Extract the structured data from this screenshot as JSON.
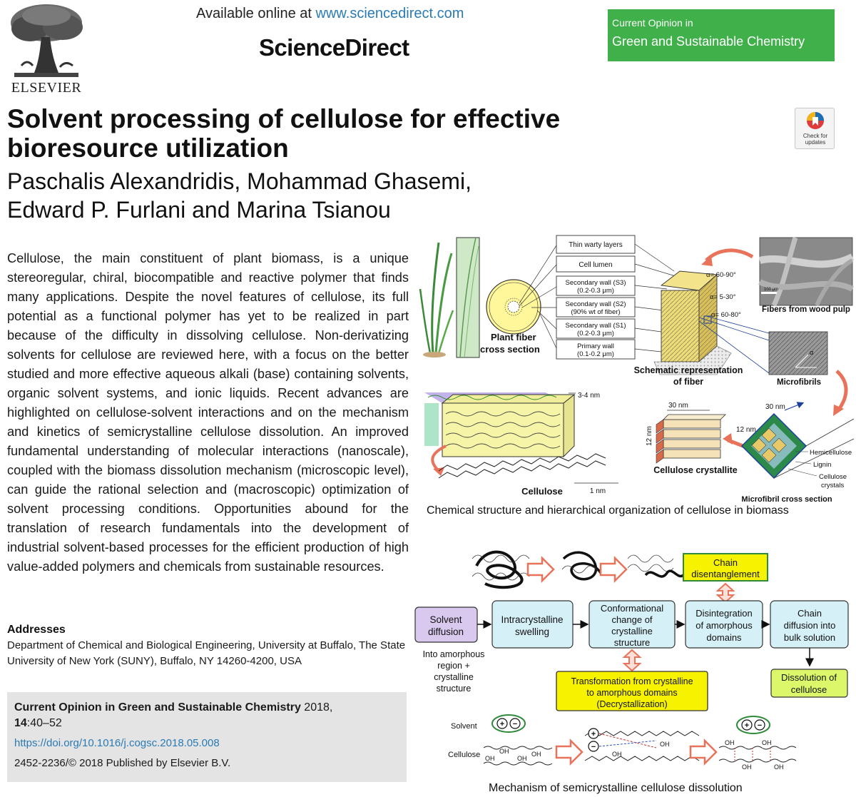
{
  "header": {
    "available_prefix": "Available online at ",
    "available_url": "www.sciencedirect.com",
    "brand": "ScienceDirect",
    "publisher_logo_text": "ELSEVIER",
    "journal_box_line1": "Current Opinion in",
    "journal_box_line2": "Green and Sustainable Chemistry",
    "check_updates_label": "Check for updates"
  },
  "article": {
    "title_line1": "Solvent processing of cellulose for effective",
    "title_line2": "bioresource utilization",
    "authors_line1": "Paschalis Alexandridis, Mohammad Ghasemi,",
    "authors_line2": "Edward P. Furlani and Marina Tsianou",
    "abstract": "Cellulose, the main constituent of plant biomass, is a unique stereoregular, chiral, biocompatible and reactive polymer that finds many applications. Despite the novel features of cellu­lose, its full potential as a functional polymer has yet to be realized in part because of the difficulty in dissolving cellulose. Non-derivatizing solvents for cellulose are reviewed here, with a focus on the better studied and more effective aqueous alkali (base) containing solvents, organic solvent systems, and ionic liquids. Recent advances are highlighted on cellulose-solvent interactions and on the mechanism and kinetics of semi­crystalline cellulose dissolution. An improved fundamental understanding of molecular interactions (nanoscale), coupled with the biomass dissolution mechanism (microscopic level), can guide the rational selection and (macroscopic) optimiza­tion of solvent processing conditions. Opportunities abound for the translation of research fundamentals into the development of industrial solvent-based processes for the efficient produc­tion of high value-added polymers and chemicals from sus­tainable resources.",
    "addresses_heading": "Addresses",
    "addresses_text": "Department of Chemical and Biological Engineering, University at Buffalo, The State University of New York (SUNY), Buffalo, NY 14260-4200, USA"
  },
  "citation": {
    "journal": "Current Opinion in Green and Sustainable Chemistry",
    "year": "2018,",
    "volume": "14",
    "pages": ":40–52",
    "doi": "https://doi.org/10.1016/j.cogsc.2018.05.008",
    "copyright": "2452-2236/© 2018 Published by Elsevier B.V."
  },
  "figure1": {
    "caption": "Chemical structure and hierarchical organization of cellulose in biomass",
    "layers": [
      "Thin warty layers",
      "Cell lumen"
    ],
    "s3_line1": "Secondary wall (S3)",
    "s3_line2": "(0.2-0.3 μm)",
    "s2_line1": "Secondary wall (S2)",
    "s2_line2": "(90% wt of fiber)",
    "s1_line1": "Secondary wall (S1)",
    "s1_line2": "(0.2-0.3 μm)",
    "pw_line1": "Primary wall",
    "pw_line2": "(0.1-0.2 μm)",
    "plant_fiber_line1": "Plant fiber",
    "plant_fiber_line2": "cross section",
    "schematic_line1": "Schematic representation",
    "schematic_line2": "of fiber",
    "angle1": "α= 60-90°",
    "angle2": "α= 5-30°",
    "angle3": "α= 60-80°",
    "fibers_label": "Fibers from wood pulp",
    "scale_100": "100 μm",
    "microfibrils_label": "Microfibrils",
    "alpha": "α",
    "dim_3_4": "3-4 nm",
    "dim_30a": "30 nm",
    "dim_30b": "30 nm",
    "dim_12a": "12 nm",
    "dim_12b": "12 nm",
    "dim_1nm": "1 nm",
    "cellulose_label": "Cellulose",
    "crystallite_label": "Cellulose crystallite",
    "hemicellulose": "Hemicellulose",
    "lignin": "Lignin",
    "cellulose_crystals_line1": "Cellulose",
    "cellulose_crystals_line2": "crystals",
    "microfibril_cs": "Microfibril cross section"
  },
  "figure2": {
    "caption": "Mechanism of semicrystalline cellulose dissolution",
    "box_solvent_diffusion_1": "Solvent",
    "box_solvent_diffusion_2": "diffusion",
    "box_intra_1": "Intracrystalline",
    "box_intra_2": "swelling",
    "box_conf_1": "Conformational",
    "box_conf_2": "change of",
    "box_conf_3": "crystalline",
    "box_conf_4": "structure",
    "box_disint_1": "Disintegration",
    "box_disint_2": "of amorphous",
    "box_disint_3": "domains",
    "box_chain_diff_1": "Chain",
    "box_chain_diff_2": "diffusion into",
    "box_chain_diff_3": "bulk solution",
    "box_disent_1": "Chain",
    "box_disent_2": "disentanglement",
    "box_transf_1": "Transformation from crystalline",
    "box_transf_2": "to amorphous domains",
    "box_transf_3": "(Decrystallization)",
    "box_dissol_1": "Dissolution of",
    "box_dissol_2": "cellulose",
    "into_1": "Into amorphous",
    "into_2": "region +",
    "into_3": "crystalline",
    "into_4": "structure",
    "solvent_label": "Solvent",
    "cellulose_label": "Cellulose",
    "oh": "OH",
    "plus": "+",
    "minus": "−"
  },
  "colors": {
    "journal_green": "#3fb04a",
    "link_blue": "#2a7bb5",
    "citation_gray": "#e4e4e4",
    "box_lavender": "#d9c9ef",
    "box_lightblue": "#d6f0f8",
    "box_yellow": "#f7f200",
    "box_lime": "#dcf86a",
    "arrow_red": "#e8735a"
  }
}
